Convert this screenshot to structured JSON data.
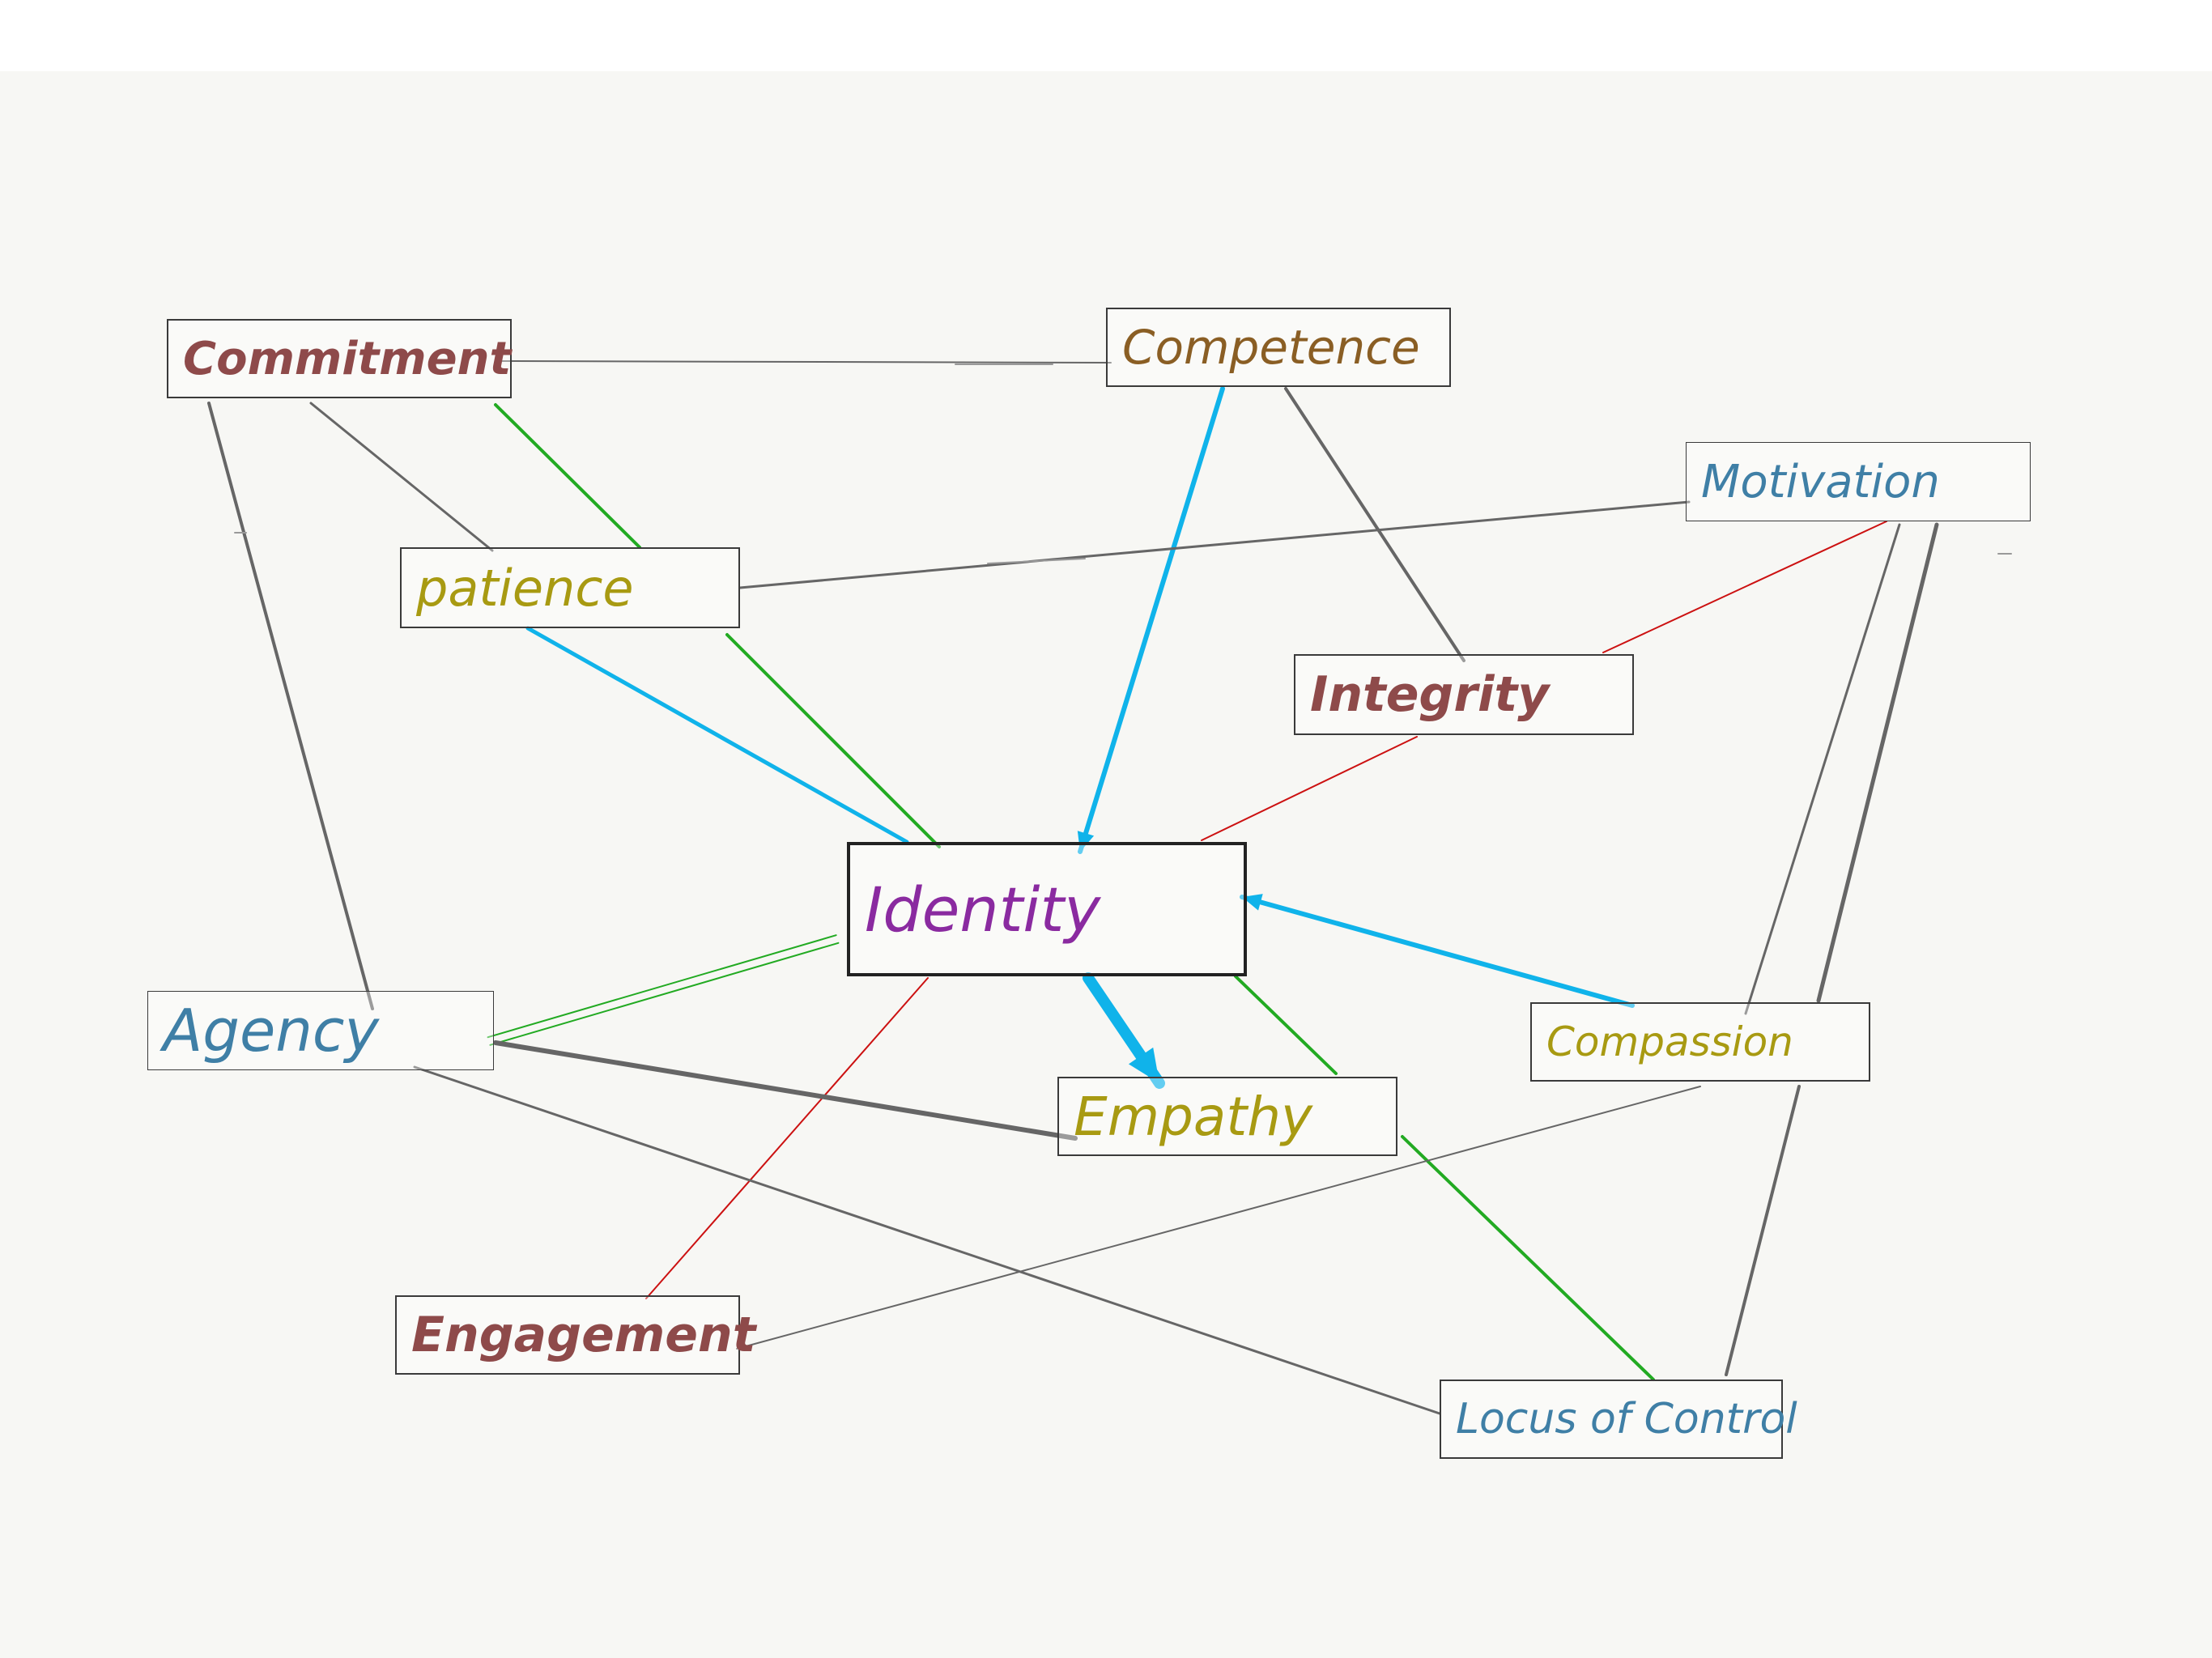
{
  "diagram": {
    "nodes": [
      {
        "id": "commitment",
        "label": "Commitment",
        "color": "#8e4a4a"
      },
      {
        "id": "competence",
        "label": "Competence",
        "color": "#8a5e24"
      },
      {
        "id": "motivation",
        "label": "Motivation",
        "color": "#3f7fa6"
      },
      {
        "id": "patience",
        "label": "patience",
        "color": "#a89a12"
      },
      {
        "id": "integrity",
        "label": "Integrity",
        "color": "#8e4a4a"
      },
      {
        "id": "identity",
        "label": "Identity",
        "color": "#8a2aa0"
      },
      {
        "id": "agency",
        "label": "Agency",
        "color": "#3f7fa6"
      },
      {
        "id": "compassion",
        "label": "Compassion",
        "color": "#a89a12"
      },
      {
        "id": "empathy",
        "label": "Empathy",
        "color": "#a89a12"
      },
      {
        "id": "engagement",
        "label": "Engagement",
        "color": "#8e4a4a"
      },
      {
        "id": "locus",
        "label": "Locus of Control",
        "color": "#3f7fa6"
      }
    ],
    "edges": [
      {
        "from": "commitment",
        "to": "competence",
        "color": "#666666",
        "kind": "plain"
      },
      {
        "from": "commitment",
        "to": "patience",
        "color": "#666666",
        "kind": "plain"
      },
      {
        "from": "commitment",
        "to": "patience",
        "color": "#22aa22",
        "kind": "plain"
      },
      {
        "from": "commitment",
        "to": "agency",
        "color": "#666666",
        "kind": "plain"
      },
      {
        "from": "competence",
        "to": "identity",
        "color": "#10b3ea",
        "kind": "arrow"
      },
      {
        "from": "competence",
        "to": "integrity",
        "color": "#666666",
        "kind": "plain"
      },
      {
        "from": "motivation",
        "to": "patience",
        "color": "#666666",
        "kind": "plain"
      },
      {
        "from": "motivation",
        "to": "integrity",
        "color": "#cc1111",
        "kind": "plain"
      },
      {
        "from": "motivation",
        "to": "compassion",
        "color": "#666666",
        "kind": "plain"
      },
      {
        "from": "motivation",
        "to": "compassion",
        "color": "#666666",
        "kind": "plain"
      },
      {
        "from": "patience",
        "to": "identity",
        "color": "#10b3ea",
        "kind": "plain"
      },
      {
        "from": "patience",
        "to": "identity",
        "color": "#22aa22",
        "kind": "plain"
      },
      {
        "from": "integrity",
        "to": "identity",
        "color": "#cc1111",
        "kind": "plain"
      },
      {
        "from": "compassion",
        "to": "identity",
        "color": "#10b3ea",
        "kind": "arrow"
      },
      {
        "from": "identity",
        "to": "empathy",
        "color": "#10b3ea",
        "kind": "arrow"
      },
      {
        "from": "identity",
        "to": "empathy",
        "color": "#22aa22",
        "kind": "plain"
      },
      {
        "from": "identity",
        "to": "agency",
        "color": "#22aa22",
        "kind": "double"
      },
      {
        "from": "identity",
        "to": "engagement",
        "color": "#cc1111",
        "kind": "plain"
      },
      {
        "from": "agency",
        "to": "empathy",
        "color": "#666666",
        "kind": "plain"
      },
      {
        "from": "agency",
        "to": "locus",
        "color": "#666666",
        "kind": "plain"
      },
      {
        "from": "empathy",
        "to": "locus",
        "color": "#22aa22",
        "kind": "plain"
      },
      {
        "from": "compassion",
        "to": "engagement",
        "color": "#666666",
        "kind": "plain"
      },
      {
        "from": "compassion",
        "to": "locus",
        "color": "#666666",
        "kind": "plain"
      }
    ]
  }
}
